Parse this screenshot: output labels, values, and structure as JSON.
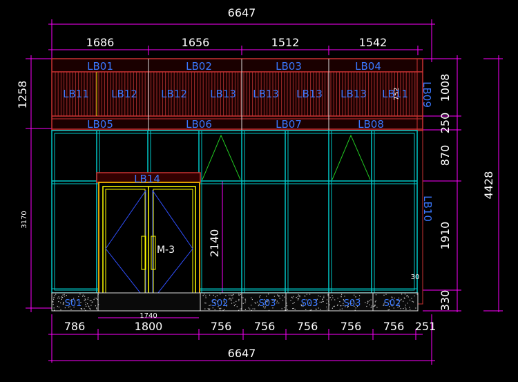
{
  "dims": {
    "overall_top": "6647",
    "overall_bottom": "6647",
    "top_segments": [
      "1686",
      "1656",
      "1512",
      "1542"
    ],
    "bottom_segments": [
      "786",
      "1800",
      "756",
      "756",
      "756",
      "756",
      "756",
      "251"
    ],
    "door_width": "1740",
    "left_top": "1258",
    "left_bottom": "3170",
    "right_segments": [
      "1008",
      "250",
      "870",
      "1910",
      "330"
    ],
    "right_overall": "4428",
    "door_height": "2140",
    "small_30": "30",
    "small_752": "752"
  },
  "labels": {
    "upper_row": [
      "LB01",
      "LB02",
      "LB03",
      "LB04"
    ],
    "middle_row": [
      "LB11",
      "LB12",
      "LB12",
      "LB13",
      "LB13",
      "LB13",
      "LB13",
      "LB11"
    ],
    "lower_row": [
      "LB05",
      "LB06",
      "LB07",
      "LB08"
    ],
    "lb09": "LB09",
    "lb10": "LB10",
    "lb14": "LB14",
    "door": "M-3",
    "base": [
      "S01",
      "S02",
      "S03",
      "S03",
      "S03",
      "S02"
    ]
  },
  "colors": {
    "background": "#000000",
    "dimension": "#ff00ff",
    "frame": "#00c8c8",
    "fascia": "#cc3333",
    "door": "#ffff00",
    "label": "#3a78ff",
    "text": "#ffffff",
    "triangle": "#22cc22"
  }
}
